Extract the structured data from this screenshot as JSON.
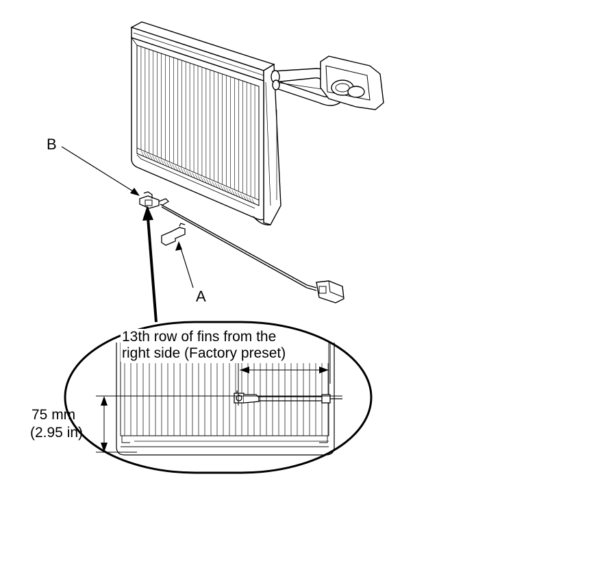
{
  "callouts": {
    "a": "A",
    "b": "B"
  },
  "detail": {
    "note_line1": "13th row of fins from the",
    "note_line2": "right side (Factory preset)"
  },
  "dimension": {
    "value_mm": "75 mm",
    "value_in": "(2.95 in)"
  },
  "colors": {
    "line": "#000000",
    "fill": "#ffffff",
    "shade": "#e8e8e8"
  },
  "icons": {
    "evaporator": "evaporator-core-icon",
    "sensor": "temperature-sensor-icon",
    "connector": "wire-connector-icon"
  }
}
